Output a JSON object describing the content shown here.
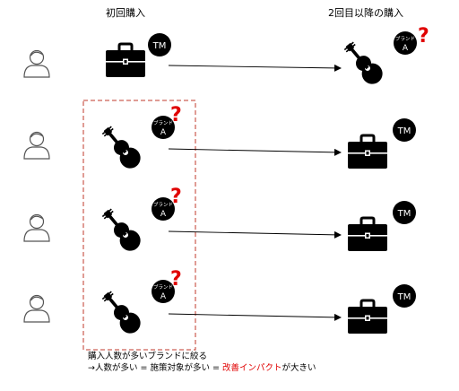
{
  "headers": {
    "first_purchase": "初回購入",
    "repeat_purchase": "2回目以降の購入"
  },
  "badges": {
    "tm": "TM",
    "brand_line1": "ブランド",
    "brand_line2": "A",
    "question": "?"
  },
  "rows": [
    {
      "first": "bag-tm",
      "repeat": "guitar-brand-a"
    },
    {
      "first": "guitar-brand-a",
      "repeat": "bag-tm"
    },
    {
      "first": "guitar-brand-a",
      "repeat": "bag-tm"
    },
    {
      "first": "guitar-brand-a",
      "repeat": "bag-tm"
    }
  ],
  "note": {
    "line1": "購入人数が多いブランドに絞る",
    "line2_prefix": "→人数が多い = 施策対象が多い = ",
    "line2_highlight": "改善インパクト",
    "line2_suffix": "が大きい"
  },
  "colors": {
    "ink": "#000000",
    "question": "#e00000",
    "dashed_box": "#c0392b",
    "person": "#555555"
  }
}
